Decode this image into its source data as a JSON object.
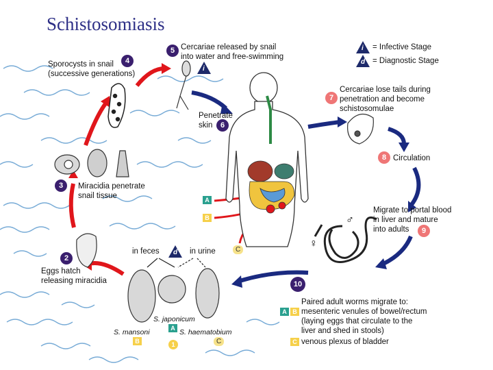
{
  "title": "Schistosomiasis",
  "legend": {
    "infective_symbol": "i",
    "infective_label": "= Infective Stage",
    "diagnostic_symbol": "d",
    "diagnostic_label": "= Diagnostic Stage"
  },
  "steps": [
    {
      "num": "1",
      "label": ""
    },
    {
      "num": "2",
      "label": "Eggs hatch\nreleasing miracidia"
    },
    {
      "num": "3",
      "label": "Miracidia penetrate\nsnail tissue"
    },
    {
      "num": "4",
      "label": "Sporocysts in snail\n(successive generations)"
    },
    {
      "num": "5",
      "label": "Cercariae released by snail\ninto water and free-swimming"
    },
    {
      "num": "6",
      "label": "Penetrate\nskin"
    },
    {
      "num": "7",
      "label": "Cercariae lose tails during\npenetration and become\nschistosomulae"
    },
    {
      "num": "8",
      "label": "Circulation"
    },
    {
      "num": "9",
      "label": "Migrate to portal blood\nin liver and mature\ninto adults"
    },
    {
      "num": "10",
      "label": "Paired adult worms migrate to:"
    }
  ],
  "eggs": {
    "in_feces": "in feces",
    "in_urine": "in urine",
    "mansoni": "S. mansoni",
    "japonicum": "S. japonicum",
    "haematobium": "S. haematobium"
  },
  "tags": {
    "A": "A",
    "B": "B",
    "C": "C"
  },
  "sex": {
    "male": "♂",
    "female": "♀"
  },
  "step10_details": {
    "line1": "mesenteric venules of bowel/rectum",
    "line2": "(laying eggs that circulate to the",
    "line3": "liver and shed in stools)",
    "line4": "venous plexus of bladder"
  },
  "colors": {
    "title": "#2d2f86",
    "blue_badge": "#3a1f6e",
    "pink_badge": "#ef7676",
    "red_arrow": "#e0161b",
    "blue_arrow": "#1a2a80",
    "tag_teal": "#2aa08f",
    "tag_yellow": "#f6d04a",
    "water": "#4a8fc9"
  }
}
